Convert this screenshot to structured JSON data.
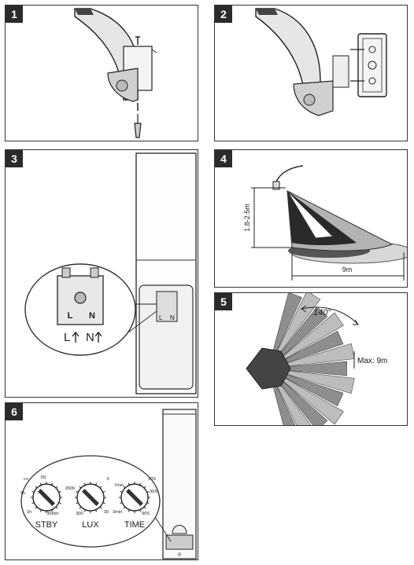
{
  "steps": [
    {
      "number": "1"
    },
    {
      "number": "2"
    },
    {
      "number": "3",
      "terminal_l": "L",
      "terminal_n": "N",
      "arrow_l": "L",
      "arrow_n": "N"
    },
    {
      "number": "4",
      "height_label": "1.8-2.5m",
      "distance_label": "9m"
    },
    {
      "number": "5",
      "angle_label": "140°",
      "max_label": "Max: 9m"
    },
    {
      "number": "6",
      "dials": [
        {
          "name": "STBY",
          "marks": [
            "+∞",
            "0S",
            "5h",
            "1h",
            "30min"
          ]
        },
        {
          "name": "LUX",
          "marks": [
            "3",
            "30",
            "300",
            "2000"
          ]
        },
        {
          "name": "TIME",
          "marks": [
            "10S",
            "30S",
            "7min",
            "3min",
            "90S"
          ]
        }
      ]
    }
  ],
  "colors": {
    "badge": "#2b2b2b",
    "line": "#333333",
    "shade_dark": "#1e1e1e",
    "shade_mid": "#8a8a8a",
    "shade_light": "#d8d8d8"
  }
}
